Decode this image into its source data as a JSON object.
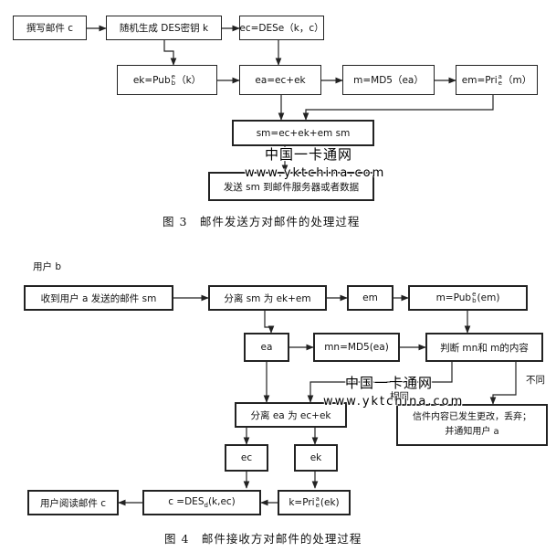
{
  "fig3": {
    "write_mail": "撰写邮件 c",
    "gen_key": "随机生成 DES密钥 k",
    "encrypt": "ec=DESe（k，c）",
    "ek_pre": "ek=Pub",
    "ek_sup": "e",
    "ek_sub": "b",
    "ek_post": "（k）",
    "ea": "ea=ec+ek",
    "md5": "m=MD5（ea）",
    "em_pre": "em=Pri",
    "em_sup": "a",
    "em_sub": "e",
    "em_post": "（m）",
    "sm": "sm=ec+ek+em sm",
    "send": "发送 sm 到邮件服务器或者数据",
    "caption": "图 3　邮件发送方对邮件的处理过程"
  },
  "fig4": {
    "user": "用户 b",
    "receive": "收到用户 a 发送的邮件 sm",
    "split_sm": "分离 sm 为 ek+em",
    "em": "em",
    "m_pre": "m=Pub",
    "m_sup": "e",
    "m_sub": "b",
    "m_post": "(em)",
    "ea": "ea",
    "mn": "mn=MD5(ea)",
    "judge": "判断 mn和 m的内容",
    "same": "相同",
    "diff": "不同",
    "split_ea": "分离 ea 为 ec+ek",
    "changed_l1": "信件内容已发生更改，丢弃；",
    "changed_l2": "并通知用户 a",
    "ec": "ec",
    "ek": "ek",
    "read": "用户阅读邮件 c",
    "dec_pre": "c =DES",
    "dec_sub": "d",
    "dec_post": "(k,ec)",
    "k_pre": "k=Pri",
    "k_sup": "a",
    "k_sub": "e",
    "k_post": "(ek)",
    "caption": "图 4　邮件接收方对邮件的处理过程"
  },
  "watermark": {
    "cn": "中国一卡通网",
    "en": "www.yktchina.com"
  }
}
